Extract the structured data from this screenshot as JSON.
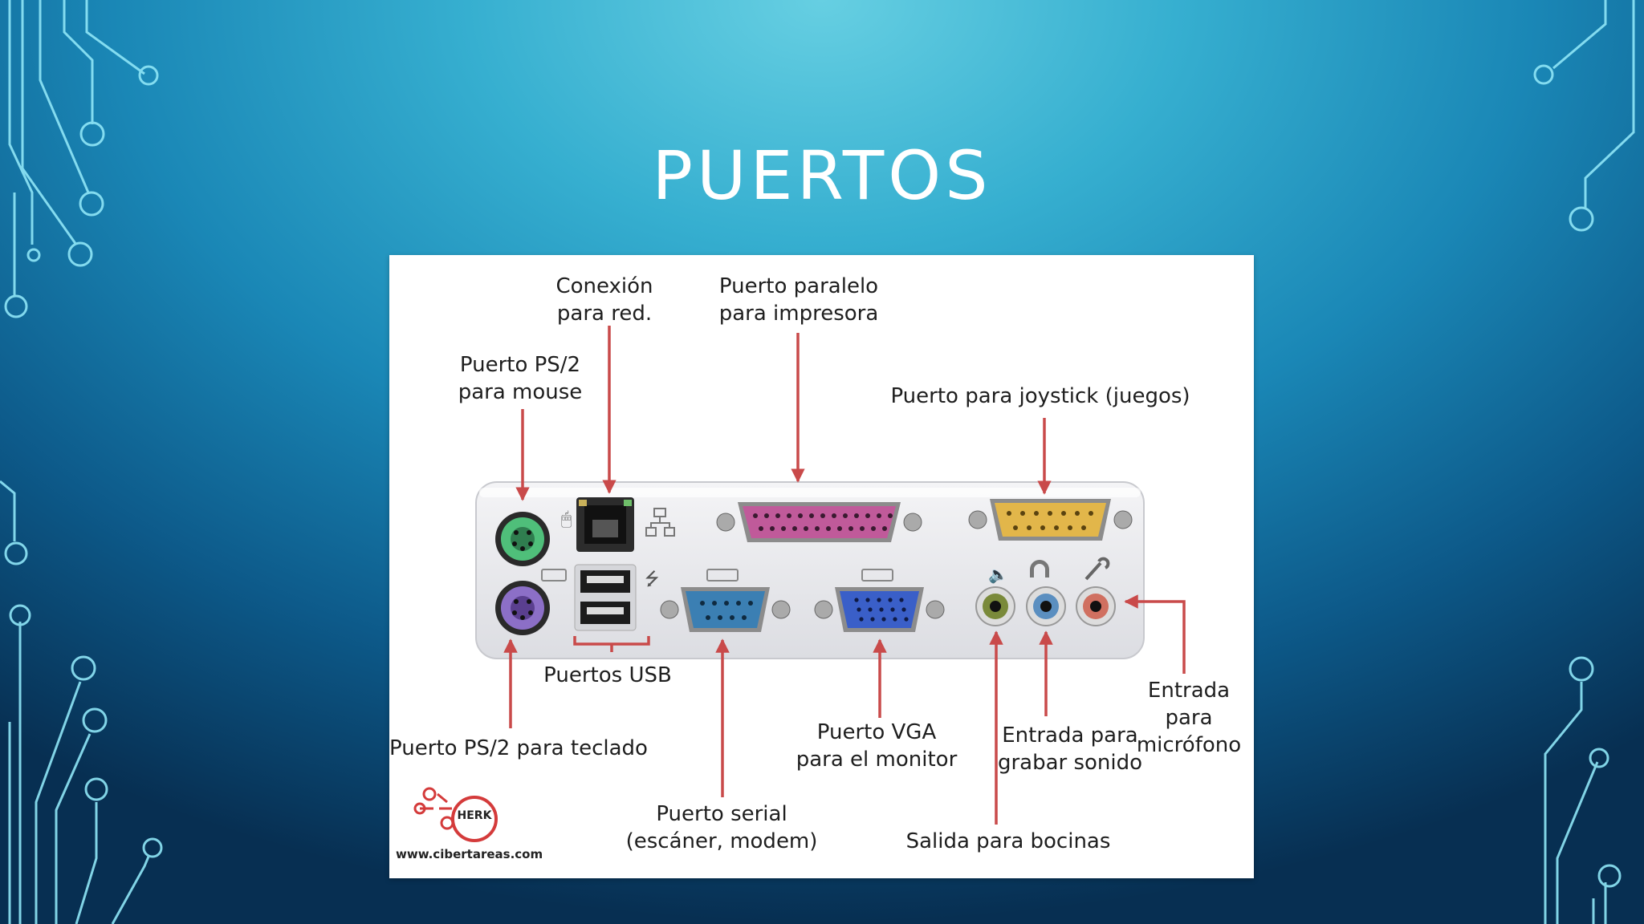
{
  "slide": {
    "title": "PUERTOS"
  },
  "diagram": {
    "labels": {
      "network": "Conexión\npara red.",
      "parallel": "Puerto paralelo\npara impresora",
      "ps2_mouse": "Puerto PS/2\npara mouse",
      "joystick": "Puerto para joystick (juegos)",
      "usb": "Puertos USB",
      "ps2_keyboard": "Puerto PS/2 para teclado",
      "vga": "Puerto VGA\npara el monitor",
      "record_sound": "Entrada para\ngrabar sonido",
      "microphone": "Entrada para\nmicrófono",
      "serial": "Puerto serial\n(escáner, modem)",
      "speakers": "Salida para bocinas"
    },
    "logo": {
      "text": "HERK",
      "url": "www.cibertareas.com"
    }
  },
  "colors": {
    "arrow": "#c94a4a",
    "ps2_mouse": "#4fbf7a",
    "ps2_keyboard": "#8c6fc7",
    "parallel": "#c05a9a",
    "joystick": "#e2b64a",
    "serial": "#3b7fb3",
    "vga": "#3a5fc8",
    "speaker_jack": "#7a8a3a",
    "line_in_jack": "#5b8fc0",
    "mic_jack": "#d07060"
  }
}
